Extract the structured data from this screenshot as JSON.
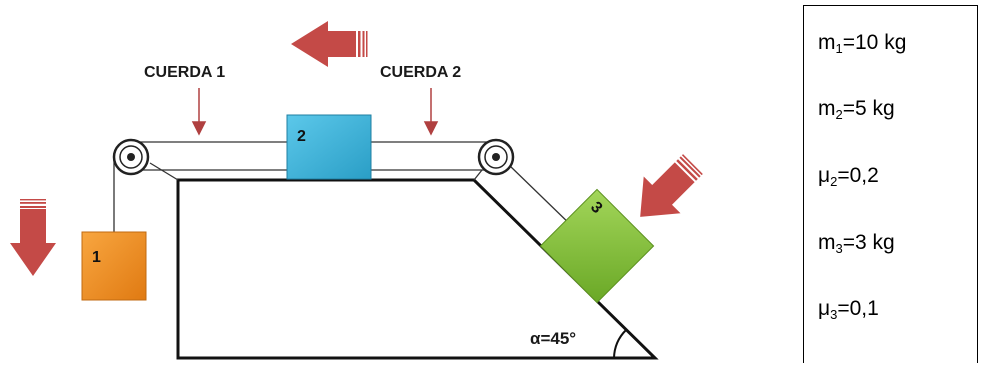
{
  "labels": {
    "rope1": "CUERDA 1",
    "rope2": "CUERDA 2",
    "angle": "α=45°"
  },
  "blocks": {
    "b1": "1",
    "b2": "2",
    "b3": "3"
  },
  "colors": {
    "block1": "#f28a1e",
    "block2": "#3cb4d9",
    "block3": "#86c23a",
    "arrow": "#c44a47"
  },
  "data_table": [
    {
      "sym": "m",
      "sub": "1",
      "val": "=10 kg"
    },
    {
      "sym": "m",
      "sub": "2",
      "val": "=5 kg"
    },
    {
      "sym": "μ",
      "sub": "2",
      "val": "=0,2"
    },
    {
      "sym": "m",
      "sub": "3",
      "val": "=3 kg"
    },
    {
      "sym": "μ",
      "sub": "3",
      "val": "=0,1"
    }
  ]
}
